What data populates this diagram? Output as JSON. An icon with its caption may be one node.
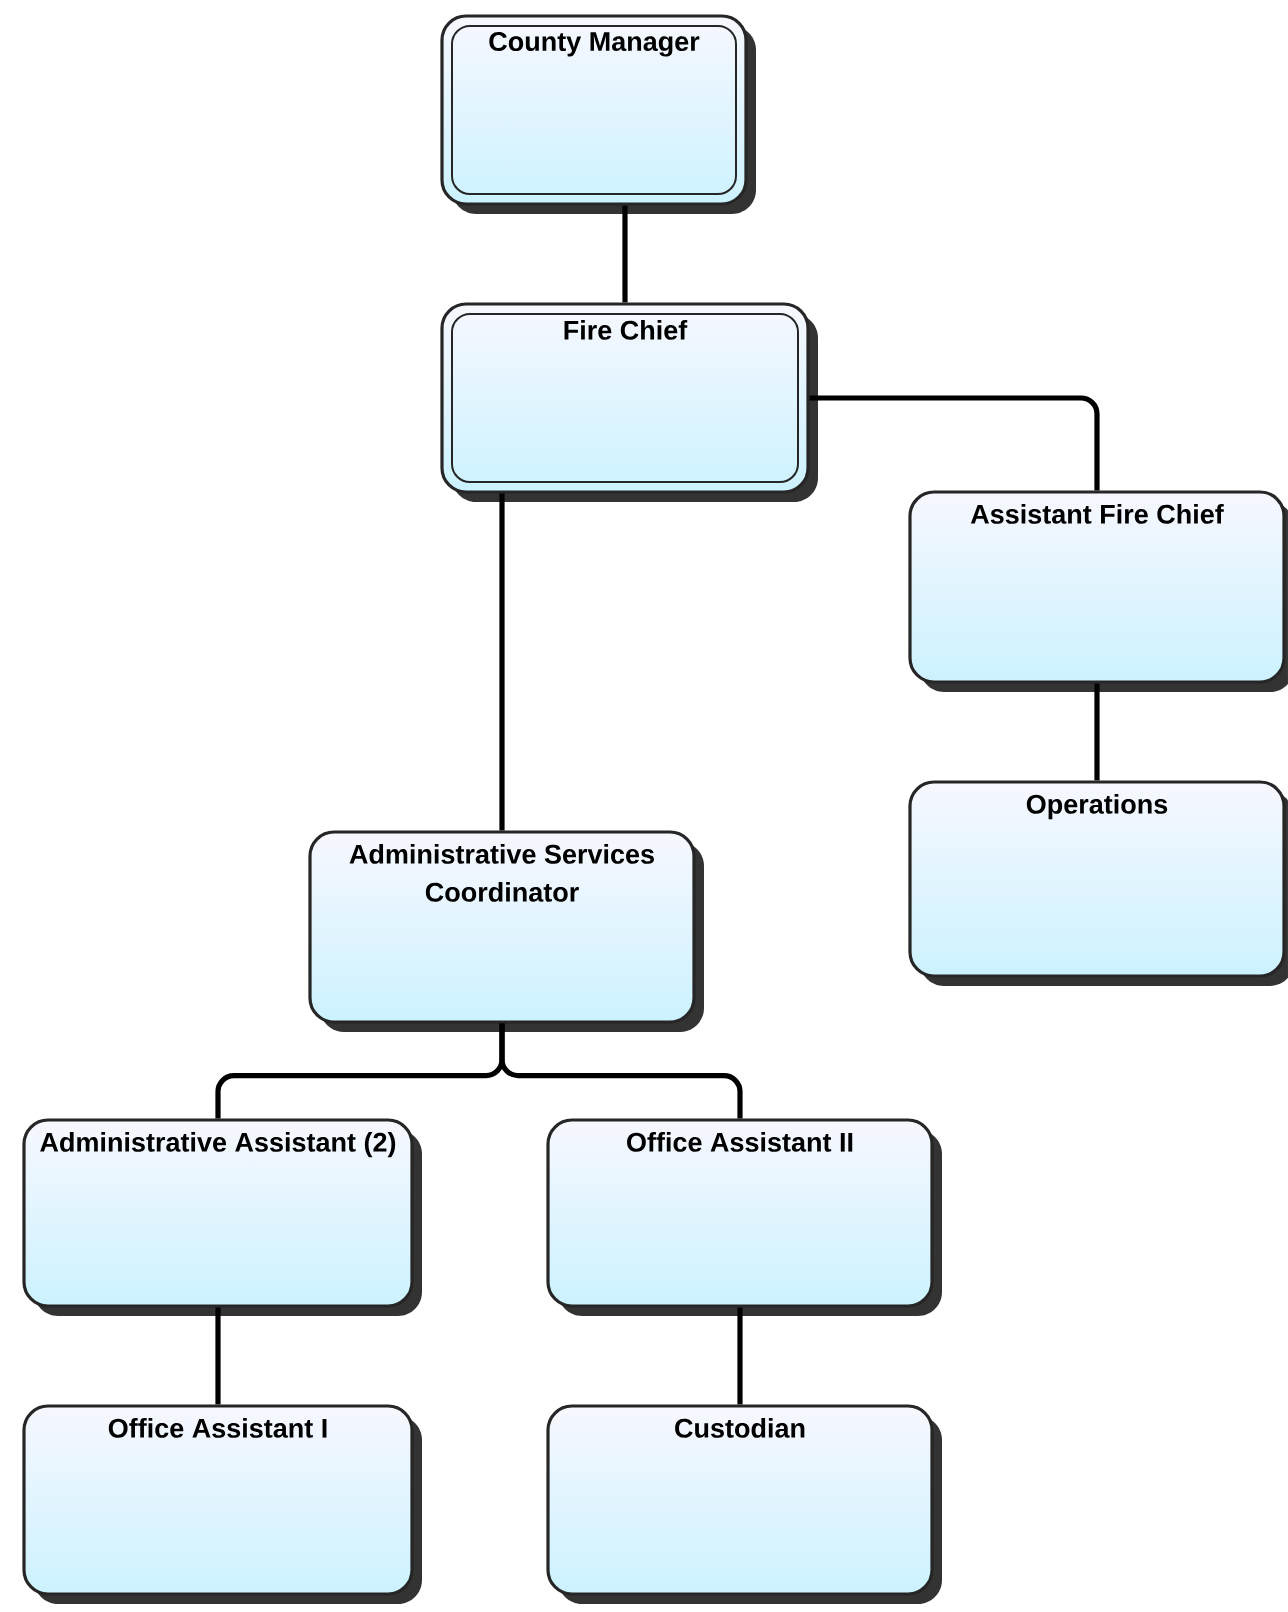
{
  "diagram": {
    "nodes": [
      {
        "text": [
          "County Manager"
        ]
      },
      {
        "text": [
          "Fire Chief"
        ]
      },
      {
        "text": [
          "Assistant Fire Chief"
        ]
      },
      {
        "text": [
          "Operations"
        ]
      },
      {
        "text": [
          "Administrative Services Coordinator"
        ]
      },
      {
        "text": [
          "Administrative Assistant (2)"
        ]
      },
      {
        "text": [
          "Office Assistant II"
        ]
      },
      {
        "text": [
          "Office Assistant I"
        ]
      },
      {
        "text": [
          "Custodian"
        ]
      }
    ],
    "edges": [
      {
        "from": 0,
        "to": 1,
        "arrow": "none"
      },
      {
        "from": 1,
        "to": 2,
        "arrow": "none"
      },
      {
        "from": 1,
        "to": 4,
        "arrow": "none"
      },
      {
        "from": 2,
        "to": 3,
        "arrow": "none"
      },
      {
        "from": 4,
        "to": 5,
        "arrow": "none"
      },
      {
        "from": 4,
        "to": 6,
        "arrow": "none"
      },
      {
        "from": 5,
        "to": 7,
        "arrow": "none"
      },
      {
        "from": 6,
        "to": 8,
        "arrow": "none"
      }
    ]
  }
}
